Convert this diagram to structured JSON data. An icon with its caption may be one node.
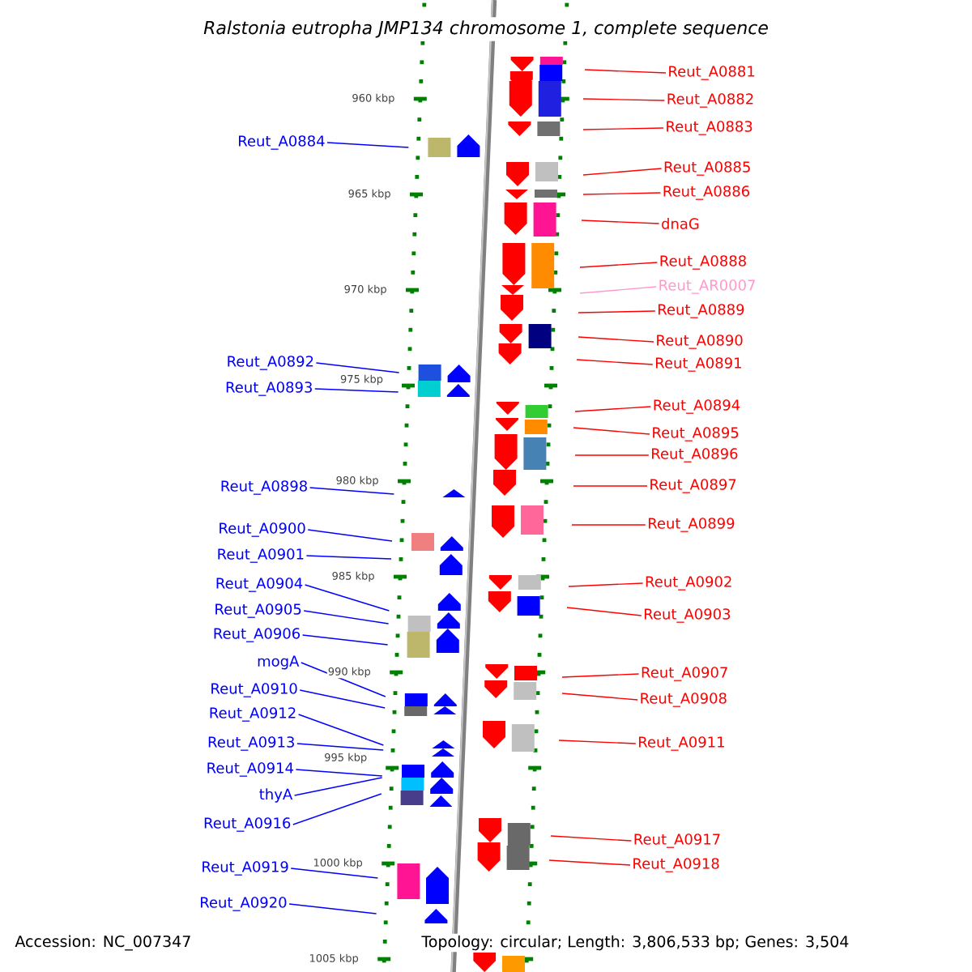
{
  "diagram": {
    "title": "Ralstonia eutropha JMP134 chromosome 1, complete sequence",
    "nodes": [
      {
        "text": [
          "Reut_A0881"
        ]
      },
      {
        "text": [
          "Reut_A0882"
        ]
      },
      {
        "text": [
          "Reut_A0883"
        ]
      },
      {
        "text": [
          "Reut_A0884"
        ]
      },
      {
        "text": [
          "Reut_A0885"
        ]
      },
      {
        "text": [
          "Reut_A0886"
        ]
      },
      {
        "text": [
          "dnaG"
        ]
      },
      {
        "text": [
          "Reut_A0888"
        ]
      },
      {
        "text": [
          "Reut_AR0007"
        ]
      },
      {
        "text": [
          "Reut_A0889"
        ]
      },
      {
        "text": [
          "Reut_A0890"
        ]
      },
      {
        "text": [
          "Reut_A0892"
        ]
      },
      {
        "text": [
          "Reut_A0891"
        ]
      },
      {
        "text": [
          "Reut_A0893"
        ]
      },
      {
        "text": [
          "Reut_A0894"
        ]
      },
      {
        "text": [
          "Reut_A0895"
        ]
      },
      {
        "text": [
          "Reut_A0896"
        ]
      },
      {
        "text": [
          "Reut_A0897"
        ]
      },
      {
        "text": [
          "Reut_A0898"
        ]
      },
      {
        "text": [
          "Reut_A0899"
        ]
      },
      {
        "text": [
          "Reut_A0900"
        ]
      },
      {
        "text": [
          "Reut_A0901"
        ]
      },
      {
        "text": [
          "Reut_A0902"
        ]
      },
      {
        "text": [
          "Reut_A0904"
        ]
      },
      {
        "text": [
          "Reut_A0905"
        ]
      },
      {
        "text": [
          "Reut_A0903"
        ]
      },
      {
        "text": [
          "Reut_A0906"
        ]
      },
      {
        "text": [
          "mogA"
        ]
      },
      {
        "text": [
          "Reut_A0907"
        ]
      },
      {
        "text": [
          "Reut_A0910"
        ]
      },
      {
        "text": [
          "Reut_A0908"
        ]
      },
      {
        "text": [
          "Reut_A0912"
        ]
      },
      {
        "text": [
          "Reut_A0913"
        ]
      },
      {
        "text": [
          "Reut_A0911"
        ]
      },
      {
        "text": [
          "Reut_A0914"
        ]
      },
      {
        "text": [
          "thyA"
        ]
      },
      {
        "text": [
          "Reut_A0916"
        ]
      },
      {
        "text": [
          "Reut_A0917"
        ]
      },
      {
        "text": [
          "Reut_A0918"
        ]
      },
      {
        "text": [
          "Reut_A0919"
        ]
      },
      {
        "text": [
          "Reut_A0920"
        ]
      }
    ],
    "edges": [
      {
        "from": 0,
        "to": null,
        "arrow": "none"
      },
      {
        "from": 1,
        "to": null,
        "arrow": "none"
      },
      {
        "from": 2,
        "to": null,
        "arrow": "none"
      },
      {
        "from": 3,
        "to": null,
        "arrow": "none",
        "color": "#0000ff"
      },
      {
        "from": 4,
        "to": null,
        "arrow": "none"
      },
      {
        "from": 5,
        "to": null,
        "arrow": "none"
      },
      {
        "from": 6,
        "to": null,
        "arrow": "none"
      },
      {
        "from": 7,
        "to": null,
        "arrow": "none"
      },
      {
        "from": 8,
        "to": null,
        "arrow": "none",
        "color": "#ff99cc"
      },
      {
        "from": 9,
        "to": null,
        "arrow": "none"
      },
      {
        "from": 10,
        "to": null,
        "arrow": "none"
      },
      {
        "from": 11,
        "to": null,
        "arrow": "none",
        "color": "#0000ff"
      },
      {
        "from": 12,
        "to": null,
        "arrow": "none"
      },
      {
        "from": 13,
        "to": null,
        "arrow": "none",
        "color": "#0000ff"
      },
      {
        "from": 14,
        "to": null,
        "arrow": "none"
      },
      {
        "from": 15,
        "to": null,
        "arrow": "none"
      },
      {
        "from": 16,
        "to": null,
        "arrow": "none"
      },
      {
        "from": 17,
        "to": null,
        "arrow": "none"
      },
      {
        "from": 18,
        "to": null,
        "arrow": "none",
        "color": "#0000ff"
      },
      {
        "from": 19,
        "to": null,
        "arrow": "none"
      },
      {
        "from": 20,
        "to": null,
        "arrow": "none",
        "color": "#0000ff"
      },
      {
        "from": 21,
        "to": null,
        "arrow": "none",
        "color": "#0000ff"
      },
      {
        "from": 22,
        "to": null,
        "arrow": "none"
      },
      {
        "from": 23,
        "to": null,
        "arrow": "none",
        "color": "#0000ff"
      },
      {
        "from": 24,
        "to": null,
        "arrow": "none",
        "color": "#0000ff"
      },
      {
        "from": 25,
        "to": null,
        "arrow": "none"
      },
      {
        "from": 26,
        "to": null,
        "arrow": "none",
        "color": "#0000ff"
      },
      {
        "from": 27,
        "to": null,
        "arrow": "none",
        "color": "#0000ff"
      },
      {
        "from": 28,
        "to": null,
        "arrow": "none"
      },
      {
        "from": 29,
        "to": null,
        "arrow": "none",
        "color": "#0000ff"
      },
      {
        "from": 30,
        "to": null,
        "arrow": "none"
      },
      {
        "from": 31,
        "to": null,
        "arrow": "none",
        "color": "#0000ff"
      },
      {
        "from": 32,
        "to": null,
        "arrow": "none",
        "color": "#0000ff"
      },
      {
        "from": 33,
        "to": null,
        "arrow": "none"
      },
      {
        "from": 34,
        "to": null,
        "arrow": "none",
        "color": "#0000ff"
      },
      {
        "from": 35,
        "to": null,
        "arrow": "none",
        "color": "#0000ff"
      },
      {
        "from": 36,
        "to": null,
        "arrow": "none",
        "color": "#0000ff"
      },
      {
        "from": 37,
        "to": null,
        "arrow": "none"
      },
      {
        "from": 38,
        "to": null,
        "arrow": "none"
      },
      {
        "from": 39,
        "to": null,
        "arrow": "none",
        "color": "#0000ff"
      },
      {
        "from": 40,
        "to": null,
        "arrow": "none",
        "color": "#0000ff"
      }
    ],
    "labels": [
      "960 kbp",
      "965 kbp",
      "970 kbp",
      "975 kbp",
      "980 kbp",
      "985 kbp",
      "990 kbp",
      "995 kbp",
      "1000 kbp",
      "1005 kbp",
      "Accession: NC_007347",
      "Topology: circular; Length: 3,806,533 bp; Genes: 3,504"
    ]
  }
}
